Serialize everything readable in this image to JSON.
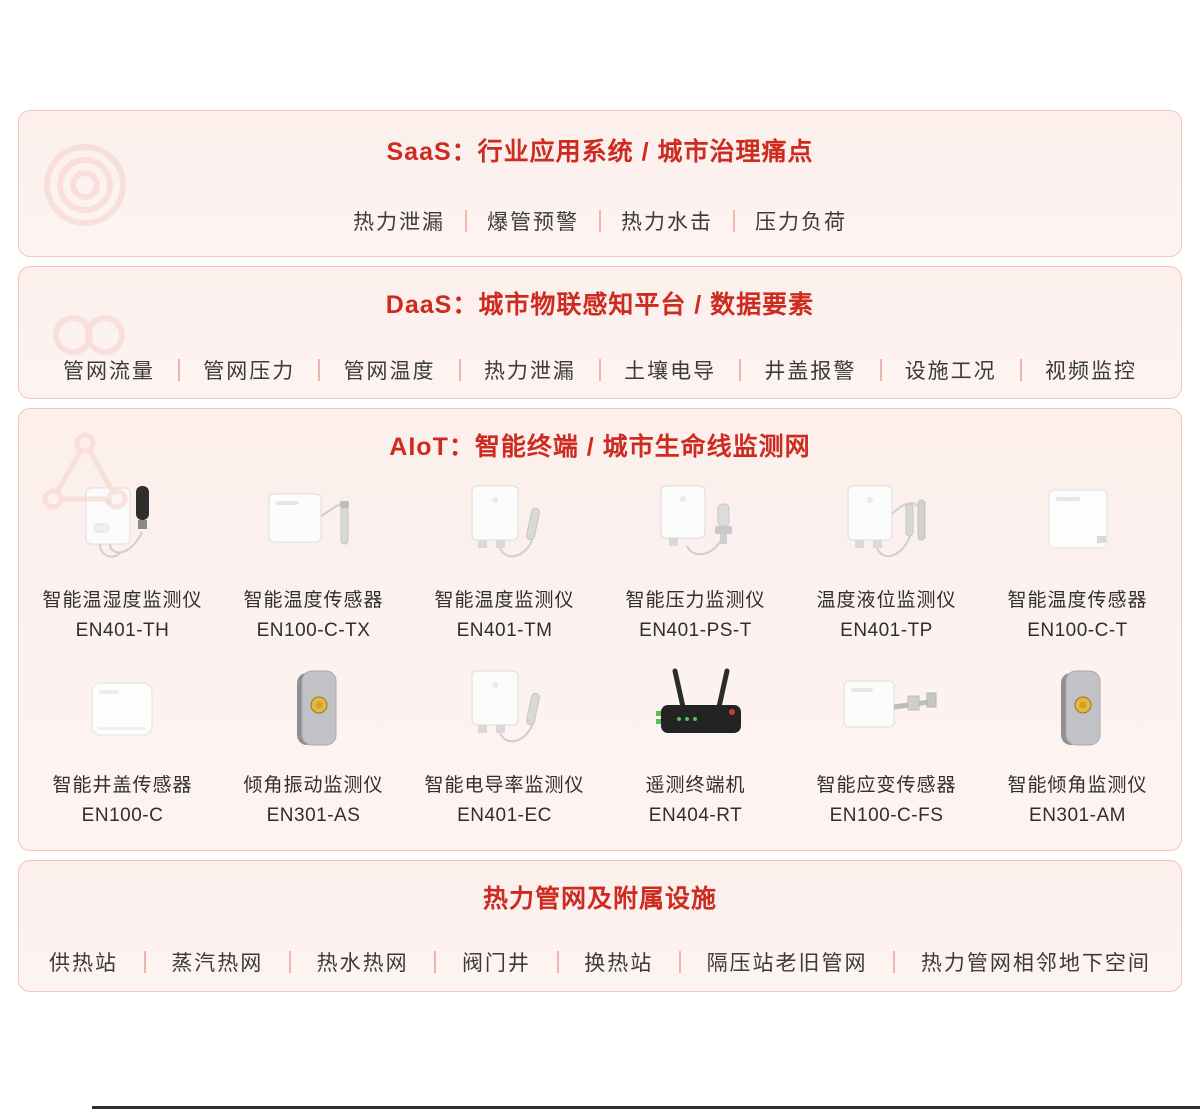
{
  "colors": {
    "accent_red": "#ce2b20",
    "item_text": "#3b3b3b",
    "divider_pink": "#f0b3ad",
    "section_bg": "#fcefec",
    "section_border": "#f5c4bd",
    "button_yellow": "#e7b73c"
  },
  "sections": {
    "saas": {
      "title": "SaaS：行业应用系统 / 城市治理痛点",
      "items": [
        "热力泄漏",
        "爆管预警",
        "热力水击",
        "压力负荷"
      ]
    },
    "daas": {
      "title": "DaaS：城市物联感知平台 / 数据要素",
      "items": [
        "管网流量",
        "管网压力",
        "管网温度",
        "热力泄漏",
        "土壤电导",
        "井盖报警",
        "设施工况",
        "视频监控"
      ]
    },
    "aiot": {
      "title": "AIoT：智能终端 / 城市生命线监测网",
      "products": [
        {
          "name": "智能温湿度监测仪",
          "model": "EN401-TH",
          "image": "white-box-with-black-probe"
        },
        {
          "name": "智能温度传感器",
          "model": "EN100-C-TX",
          "image": "white-panel-with-slim-probe"
        },
        {
          "name": "智能温度监测仪",
          "model": "EN401-TM",
          "image": "white-box-with-cable-probe"
        },
        {
          "name": "智能压力监测仪",
          "model": "EN401-PS-T",
          "image": "white-box-with-pressure-transmitter"
        },
        {
          "name": "温度液位监测仪",
          "model": "EN401-TP",
          "image": "white-box-with-dual-probes"
        },
        {
          "name": "智能温度传感器",
          "model": "EN100-C-T",
          "image": "white-panel"
        },
        {
          "name": "智能井盖传感器",
          "model": "EN100-C",
          "image": "white-flat-panel"
        },
        {
          "name": "倾角振动监测仪",
          "model": "EN301-AS",
          "image": "gray-tilt-device-yellow-button"
        },
        {
          "name": "智能电导率监测仪",
          "model": "EN401-EC",
          "image": "white-box-with-cable-probe"
        },
        {
          "name": "遥测终端机",
          "model": "EN404-RT",
          "image": "black-router-two-antennas"
        },
        {
          "name": "智能应变传感器",
          "model": "EN100-C-FS",
          "image": "white-panel-with-mount-arm"
        },
        {
          "name": "智能倾角监测仪",
          "model": "EN301-AM",
          "image": "gray-tilt-device-yellow-button"
        }
      ]
    },
    "infra": {
      "title": "热力管网及附属设施",
      "items": [
        "供热站",
        "蒸汽热网",
        "热水热网",
        "阀门井",
        "换热站",
        "隔压站老旧管网",
        "热力管网相邻地下空间"
      ]
    }
  }
}
